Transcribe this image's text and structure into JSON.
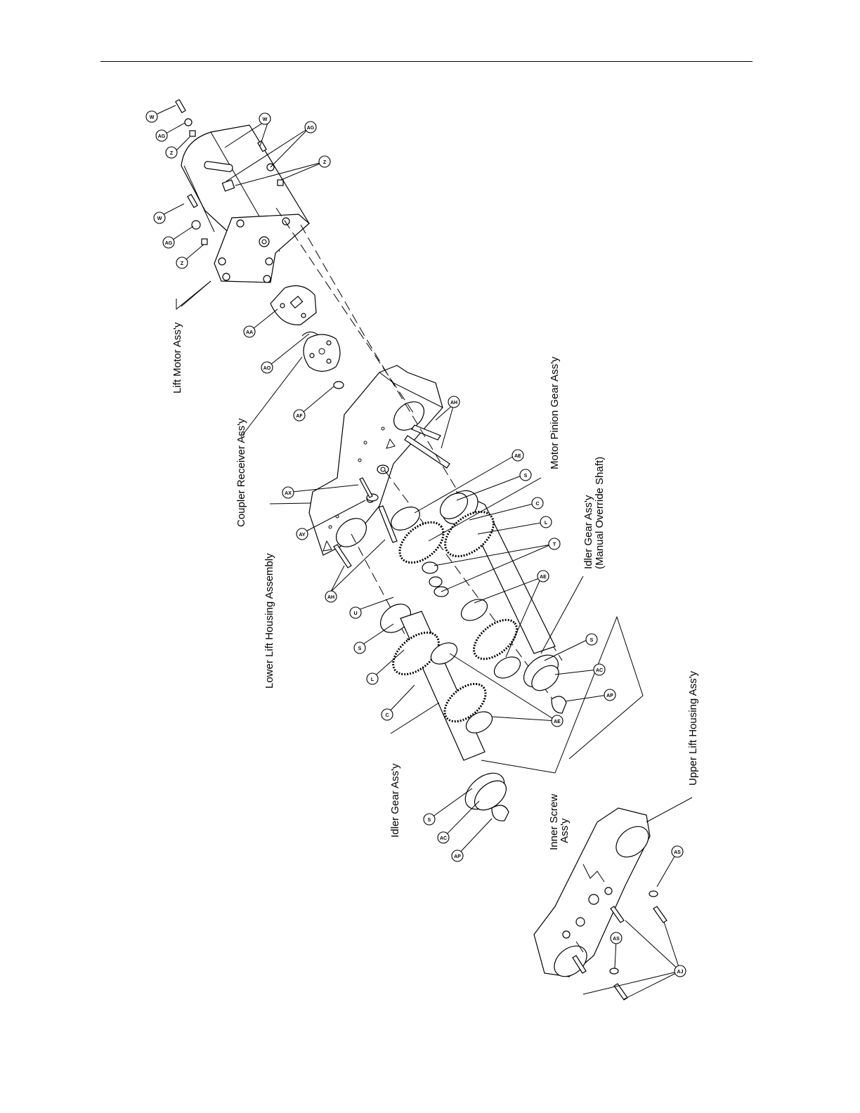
{
  "labels": {
    "lift_motor": "Lift Motor Ass'y",
    "coupler_receiver": "Coupler Receiver Ass'y",
    "lower_lift_housing": "Lower Lift Housing Assembly",
    "motor_pinion_gear": "Motor Pinion Gear Ass'y",
    "idler_gear_override_1": "Idler Gear Ass'y",
    "idler_gear_override_2": "(Manual Override Shaft)",
    "idler_gear": "Idler Gear Ass'y",
    "inner_screw_1": "Inner Screw",
    "inner_screw_2": "Ass'y",
    "upper_lift_housing": "Upper Lift Housing Ass'y"
  },
  "callouts": {
    "w1": "W",
    "ag1": "AG",
    "z1": "Z",
    "w2": "W",
    "ag2": "AG",
    "z2": "Z",
    "w3": "W",
    "ag3": "AG",
    "z3": "Z",
    "aa": "AA",
    "ao": "AO",
    "af": "AF",
    "ah1": "AH",
    "ax": "AX",
    "ay": "AY",
    "ah2": "AH",
    "ae1": "AE",
    "s1": "S",
    "c1": "C",
    "l1": "L",
    "t": "T",
    "u": "U",
    "s2": "S",
    "l2": "L",
    "c2": "C",
    "ae2": "AE",
    "s3": "S",
    "ac1": "AC",
    "ap1": "AP",
    "ae3": "AE",
    "s4": "S",
    "ac2": "AC",
    "ap2": "AP",
    "as1": "AS",
    "as2": "AS",
    "aj": "AJ"
  }
}
